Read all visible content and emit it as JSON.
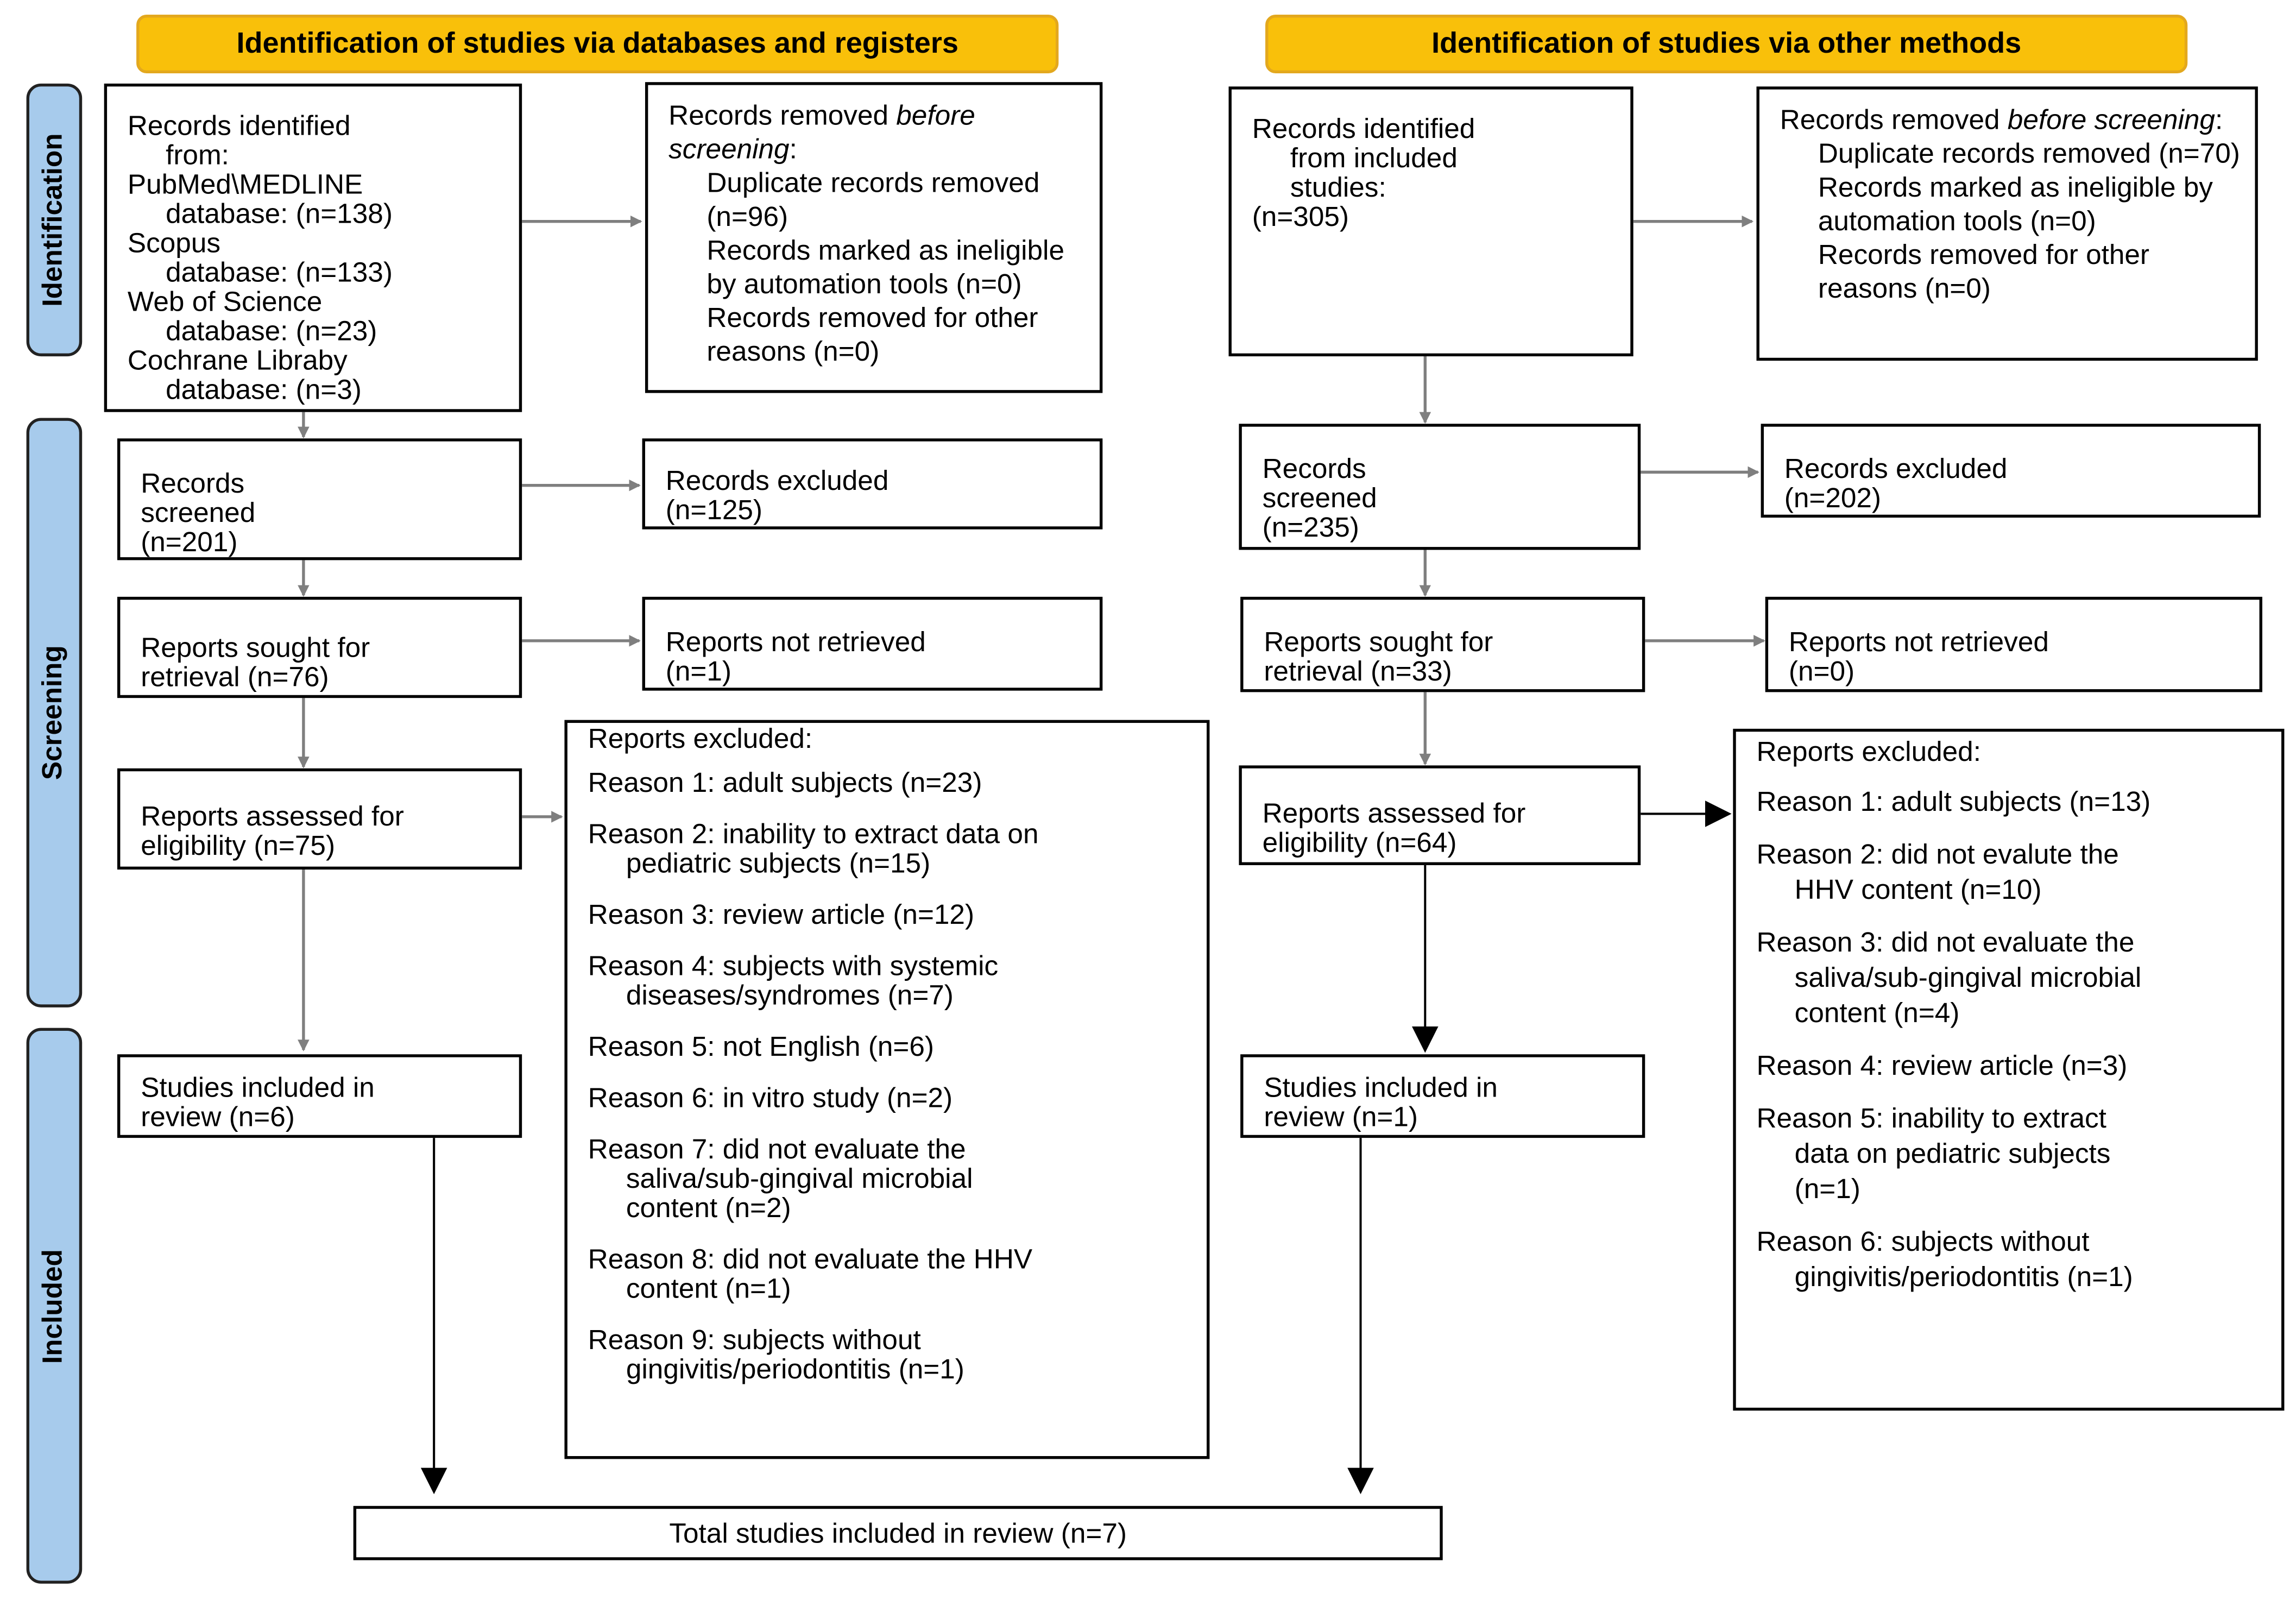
{
  "headers": {
    "left": "Identification of studies via databases and registers",
    "right": "Identification of studies via other methods"
  },
  "phases": {
    "identification": "Identification",
    "screening": "Screening",
    "included": "Included"
  },
  "left": {
    "identified": {
      "line1": "Records identified",
      "line2": "from:",
      "db1_name": "PubMed\\MEDLINE",
      "db1_count": "database: (n=138)",
      "db2_name": "Scopus",
      "db2_count": "database: (n=133)",
      "db3_name": "Web of Science",
      "db3_count": "database: (n=23)",
      "db4_name": "Cochrane Libraby",
      "db4_count": "database: (n=3)"
    },
    "removed": {
      "title_plain": "Records removed ",
      "title_italic": "before screening",
      "title_colon": ":",
      "dup": "Duplicate records removed (n=96)",
      "auto": "Records marked as ineligible by automation tools (n=0)",
      "other": "Records removed for other reasons (n=0)"
    },
    "screened": {
      "line1": "Records",
      "line2": "screened",
      "line3": "(n=201)"
    },
    "excluded": {
      "line1": "Records excluded",
      "line2": "(n=125)"
    },
    "sought": {
      "line1": "Reports sought for",
      "line2": "retrieval  (n=76)"
    },
    "not_retrieved": {
      "line1": "Reports not retrieved",
      "line2": "(n=1)"
    },
    "assessed": {
      "line1": "Reports assessed for",
      "line2": "eligibility  (n=75)"
    },
    "reports_excluded": {
      "title": "Reports excluded:",
      "reasons": [
        "Reason 1: adult subjects (n=23)",
        "Reason 2: inability to extract data on pediatric subjects (n=15)",
        "Reason 3: review article (n=12)",
        "Reason 4: subjects with systemic diseases/syndromes (n=7)",
        "Reason 5: not English (n=6)",
        "Reason 6: in vitro study (n=2)",
        "Reason 7: did not evaluate the saliva/sub-gingival microbial content (n=2)",
        "Reason 8: did not evaluate the HHV content (n=1)",
        "Reason 9: subjects without gingivitis/periodontitis (n=1)"
      ]
    },
    "included": {
      "line1": "Studies included in",
      "line2": "review  (n=6)"
    }
  },
  "right": {
    "identified": {
      "line1": "Records identified",
      "line2": "from included",
      "line3": "studies:",
      "line4": "(n=305)"
    },
    "removed": {
      "title_plain": "Records removed ",
      "title_italic": "before screening",
      "title_colon": ":",
      "dup": "Duplicate records removed (n=70)",
      "auto": "Records marked as ineligible by automation tools (n=0)",
      "other": "Records removed for other reasons (n=0)"
    },
    "screened": {
      "line1": "Records",
      "line2": "screened",
      "line3": "(n=235)"
    },
    "excluded": {
      "line1": "Records excluded",
      "line2": "(n=202)"
    },
    "sought": {
      "line1": "Reports sought for",
      "line2": "retrieval  (n=33)"
    },
    "not_retrieved": {
      "line1": "Reports not retrieved",
      "line2": "(n=0)"
    },
    "assessed": {
      "line1": "Reports assessed for",
      "line2": "eligibility  (n=64)"
    },
    "reports_excluded": {
      "title": "Reports excluded:",
      "reasons": [
        "Reason 1: adult subjects (n=13)",
        "Reason 2: did not evalute the HHV content (n=10)",
        "Reason 3: did not evaluate the saliva/sub-gingival microbial content (n=4)",
        "Reason 4: review article (n=3)",
        "Reason 5: inability to extract data on pediatric subjects (n=1)",
        "Reason 6: subjects without gingivitis/periodontitis (n=1)"
      ]
    },
    "included": {
      "line1": "Studies included in",
      "line2": "review  (n=1)"
    }
  },
  "total": "Total studies included in review (n=7)",
  "colors": {
    "header_fill": "#f9c00a",
    "phase_fill": "#a7cbec",
    "connector_gray": "#7f7f7f",
    "connector_black": "#000000"
  }
}
